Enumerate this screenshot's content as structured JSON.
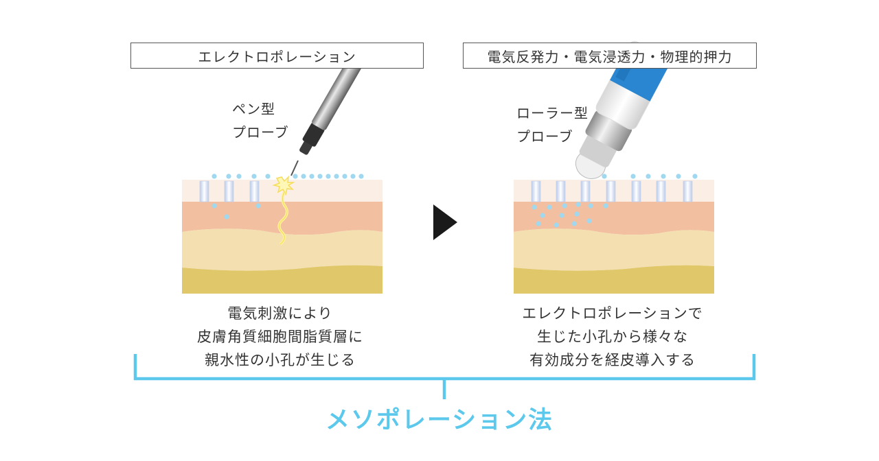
{
  "left_panel": {
    "title": "エレクトロポレーション",
    "probe_label": [
      "ペン型",
      "プローブ"
    ],
    "caption": [
      "電気刺激により",
      "皮膚角質細胞間脂質層に",
      "親水性の小孔が生じる"
    ]
  },
  "right_panel": {
    "title": "電気反発力・電気浸透力・物理的押力",
    "probe_label": [
      "ローラー型",
      "プローブ"
    ],
    "caption": [
      "エレクトロポレーションで",
      "生じた小孔から様々な",
      "有効成分を経皮導入する"
    ]
  },
  "bottom_title": "メソポレーション法",
  "colors": {
    "accent_blue": "#5bc8ec",
    "dot_blue": "#9fd8ef",
    "skin_top": "#fbeee4",
    "skin_dermis": "#f2bfa0",
    "skin_fat": "#f4dfb0",
    "skin_base": "#e0c86a",
    "arrow": "#1a1a1a",
    "spark": "#fff3a0"
  },
  "icons": [
    "pen-probe-icon",
    "roller-probe-icon",
    "play-arrow-icon",
    "spark-icon"
  ]
}
